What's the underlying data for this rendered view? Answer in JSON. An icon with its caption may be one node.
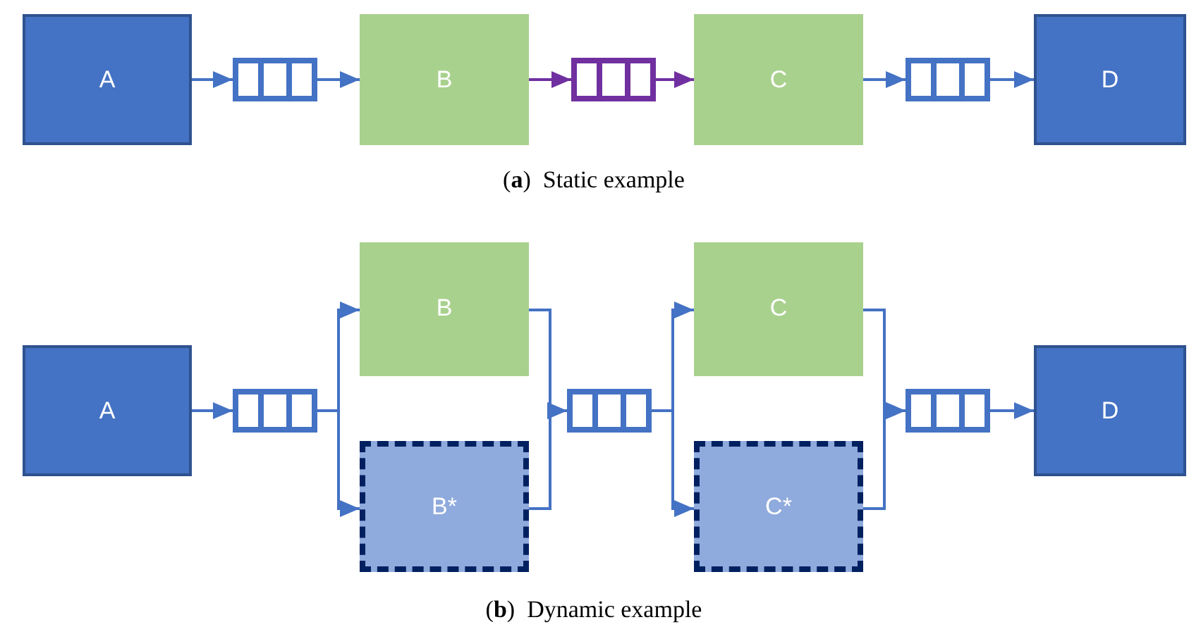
{
  "diagram": {
    "nodes": [
      {
        "text": [
          "A"
        ]
      },
      {
        "text": [],
        "shape": "queue"
      },
      {
        "text": [
          "B"
        ]
      },
      {
        "text": [],
        "shape": "queue"
      },
      {
        "text": [
          "C"
        ]
      },
      {
        "text": [],
        "shape": "queue"
      },
      {
        "text": [
          "D"
        ]
      },
      {
        "text": [
          "A"
        ]
      },
      {
        "text": [],
        "shape": "queue"
      },
      {
        "text": [
          "B"
        ]
      },
      {
        "text": [
          "B*"
        ]
      },
      {
        "text": [],
        "shape": "queue"
      },
      {
        "text": [
          "C"
        ]
      },
      {
        "text": [
          "C*"
        ]
      },
      {
        "text": [],
        "shape": "queue"
      },
      {
        "text": [
          "D"
        ]
      }
    ],
    "edges": [
      {
        "from": 0,
        "to": 1,
        "arrow": "to"
      },
      {
        "from": 1,
        "to": 2,
        "arrow": "to"
      },
      {
        "from": 2,
        "to": 3,
        "arrow": "to",
        "color": "#7030a0"
      },
      {
        "from": 3,
        "to": 4,
        "arrow": "to",
        "color": "#7030a0"
      },
      {
        "from": 4,
        "to": 5,
        "arrow": "to"
      },
      {
        "from": 5,
        "to": 6,
        "arrow": "to"
      },
      {
        "from": 7,
        "to": 8,
        "arrow": "to"
      },
      {
        "from": 8,
        "to": 9,
        "arrow": "to"
      },
      {
        "from": 8,
        "to": 10,
        "arrow": "to"
      },
      {
        "from": 9,
        "to": 11,
        "arrow": "to"
      },
      {
        "from": 10,
        "to": 11,
        "arrow": "to"
      },
      {
        "from": 11,
        "to": 12,
        "arrow": "to"
      },
      {
        "from": 11,
        "to": 13,
        "arrow": "to"
      },
      {
        "from": 12,
        "to": 14,
        "arrow": "to"
      },
      {
        "from": 13,
        "to": 14,
        "arrow": "to"
      },
      {
        "from": 14,
        "to": 15,
        "arrow": "to"
      }
    ],
    "labels": [
      "(**a**)  Static example",
      "(**b**)  Dynamic example"
    ]
  }
}
